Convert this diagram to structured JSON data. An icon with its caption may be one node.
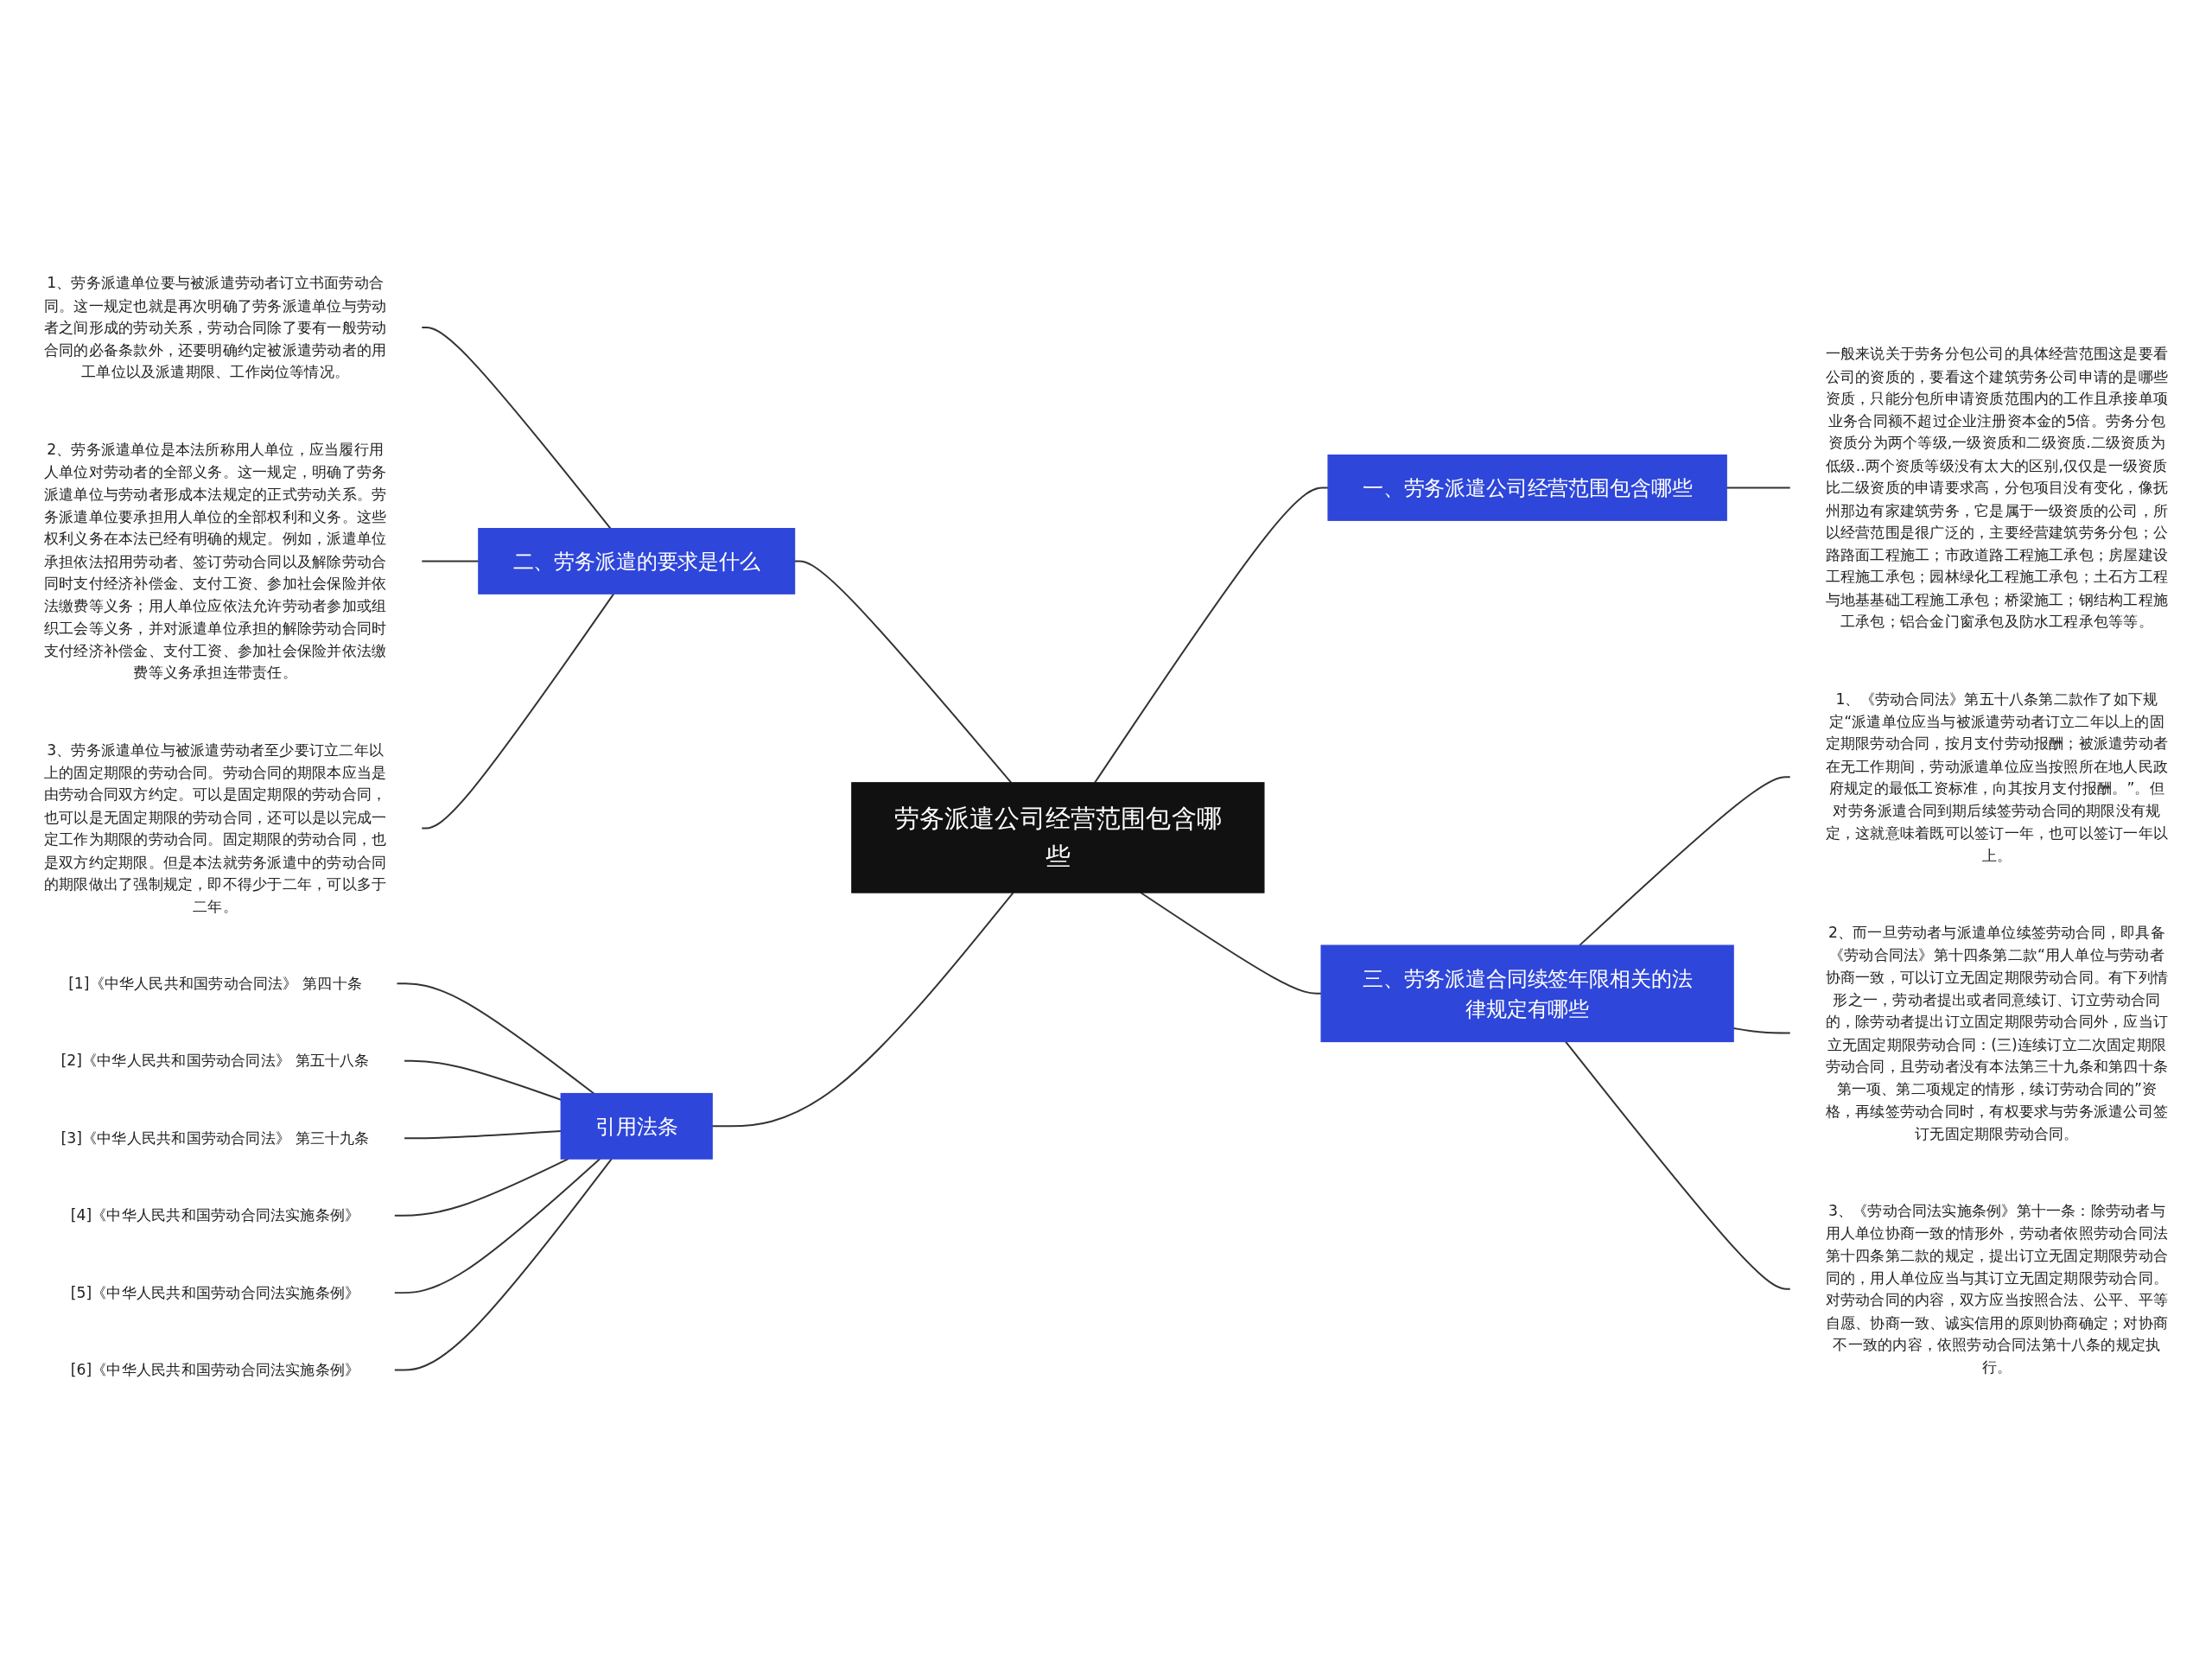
{
  "diagram": {
    "nodes": [
      {
        "text": [
          "劳务派遣公司经营范围包含哪些"
        ]
      },
      {
        "text": [
          "二、劳务派遣的要求是什么"
        ]
      },
      {
        "text": [
          "1、劳务派遣单位要与被派遣劳动者订立书面劳动合同。这一规定也就是再次明确了劳务派遣单位与劳动者之间形成的劳动关系，劳动合同除了要有一般劳动合同的必备条款外，还要明确约定被派遣劳动者的用工单位以及派遣期限、工作岗位等情况。"
        ]
      },
      {
        "text": [
          "2、劳务派遣单位是本法所称用人单位，应当履行用人单位对劳动者的全部义务。这一规定，明确了劳务派遣单位与劳动者形成本法规定的正式劳动关系。劳务派遣单位要承担用人单位的全部权利和义务。这些权利义务在本法已经有明确的规定。例如，派遣单位承担依法招用劳动者、签订劳动合同以及解除劳动合同时支付经济补偿金、支付工资、参加社会保险并依法缴费等义务；用人单位应依法允许劳动者参加或组织工会等义务，并对派遣单位承担的解除劳动合同时支付经济补偿金、支付工资、参加社会保险并依法缴费等义务承担连带责任。"
        ]
      },
      {
        "text": [
          "3、劳务派遣单位与被派遣劳动者至少要订立二年以上的固定期限的劳动合同。劳动合同的期限本应当是由劳动合同双方约定。可以是固定期限的劳动合同，也可以是无固定期限的劳动合同，还可以是以完成一定工作为期限的劳动合同。固定期限的劳动合同，也是双方约定期限。但是本法就劳务派遣中的劳动合同的期限做出了强制规定，即不得少于二年，可以多于二年。"
        ]
      },
      {
        "text": [
          "引用法条"
        ]
      },
      {
        "text": [
          "[1]《中华人民共和国劳动合同法》 第四十条"
        ]
      },
      {
        "text": [
          "[2]《中华人民共和国劳动合同法》 第五十八条"
        ]
      },
      {
        "text": [
          "[3]《中华人民共和国劳动合同法》 第三十九条"
        ]
      },
      {
        "text": [
          "[4]《中华人民共和国劳动合同法实施条例》"
        ]
      },
      {
        "text": [
          "[5]《中华人民共和国劳动合同法实施条例》"
        ]
      },
      {
        "text": [
          "[6]《中华人民共和国劳动合同法实施条例》"
        ]
      },
      {
        "text": [
          "一、劳务派遣公司经营范围包含哪些"
        ]
      },
      {
        "text": [
          "一般来说关于劳务分包公司的具体经营范围这是要看公司的资质的，要看这个建筑劳务公司申请的是哪些资质，只能分包所申请资质范围内的工作且承接单项业务合同额不超过企业注册资本金的5倍。劳务分包资质分为两个等级,一级资质和二级资质.二级资质为低级..两个资质等级没有太大的区别,仅仅是一级资质比二级资质的申请要求高，分包项目没有变化，像抚州那边有家建筑劳务，它是属于一级资质的公司，所以经营范围是很广泛的，主要经营建筑劳务分包；公路路面工程施工；市政道路工程施工承包；房屋建设工程施工承包；园林绿化工程施工承包；土石方工程与地基基础工程施工承包；桥梁施工；钢结构工程施工承包；铝合金门窗承包及防水工程承包等等。"
        ]
      },
      {
        "text": [
          "三、劳务派遣合同续签年限相关的法律规定有哪些"
        ]
      },
      {
        "text": [
          "1、《劳动合同法》第五十八条第二款作了如下规定“派遣单位应当与被派遣劳动者订立二年以上的固定期限劳动合同，按月支付劳动报酬；被派遣劳动者在无工作期间，劳动派遣单位应当按照所在地人民政府规定的最低工资标准，向其按月支付报酬。”。但对劳务派遣合同到期后续签劳动合同的期限没有规定，这就意味着既可以签订一年，也可以签订一年以上。"
        ]
      },
      {
        "text": [
          "2、而一旦劳动者与派遣单位续签劳动合同，即具备《劳动合同法》第十四条第二款“用人单位与劳动者协商一致，可以订立无固定期限劳动合同。有下列情形之一，劳动者提出或者同意续订、订立劳动合同的，除劳动者提出订立固定期限劳动合同外，应当订立无固定期限劳动合同：(三)连续订立二次固定期限劳动合同，且劳动者没有本法第三十九条和第四十条第一项、第二项规定的情形，续订劳动合同的”资格，再续签劳动合同时，有权要求与劳务派遣公司签订无固定期限劳动合同。"
        ]
      },
      {
        "text": [
          "3、《劳动合同法实施条例》第十一条：除劳动者与用人单位协商一致的情形外，劳动者依照劳动合同法第十四条第二款的规定，提出订立无固定期限劳动合同的，用人单位应当与其订立无固定期限劳动合同。对劳动合同的内容，双方应当按照合法、公平、平等自愿、协商一致、诚实信用的原则协商确定；对协商不一致的内容，依照劳动合同法第十八条的规定执行。"
        ]
      }
    ],
    "edges": [
      {
        "from": 1,
        "to": 0,
        "arrow": "none"
      },
      {
        "from": 2,
        "to": 1,
        "arrow": "none"
      },
      {
        "from": 3,
        "to": 1,
        "arrow": "none"
      },
      {
        "from": 4,
        "to": 1,
        "arrow": "none"
      },
      {
        "from": 5,
        "to": 0,
        "arrow": "none"
      },
      {
        "from": 6,
        "to": 5,
        "arrow": "none"
      },
      {
        "from": 7,
        "to": 5,
        "arrow": "none"
      },
      {
        "from": 8,
        "to": 5,
        "arrow": "none"
      },
      {
        "from": 9,
        "to": 5,
        "arrow": "none"
      },
      {
        "from": 10,
        "to": 5,
        "arrow": "none"
      },
      {
        "from": 11,
        "to": 5,
        "arrow": "none"
      },
      {
        "from": 0,
        "to": 12,
        "arrow": "none"
      },
      {
        "from": 12,
        "to": 13,
        "arrow": "none"
      },
      {
        "from": 0,
        "to": 14,
        "arrow": "none"
      },
      {
        "from": 14,
        "to": 15,
        "arrow": "none"
      },
      {
        "from": 14,
        "to": 16,
        "arrow": "none"
      },
      {
        "from": 14,
        "to": 17,
        "arrow": "none"
      }
    ]
  }
}
